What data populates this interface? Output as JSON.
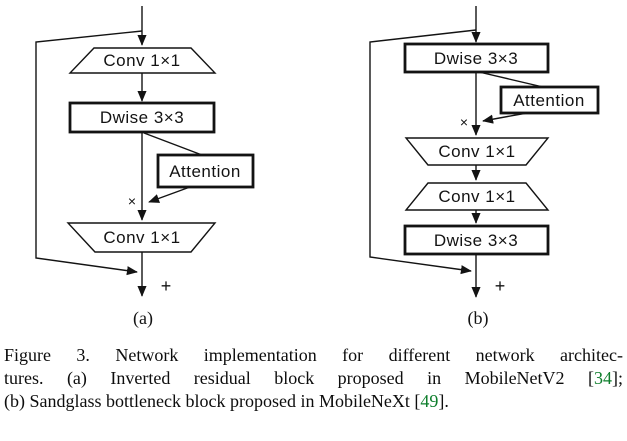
{
  "figure": {
    "diagram_a": {
      "sublabel": "(a)",
      "conv_top": "Conv 1×1",
      "dwise": "Dwise 3×3",
      "attention": "Attention",
      "conv_bottom": "Conv 1×1",
      "multiply": "×",
      "add": "+"
    },
    "diagram_b": {
      "sublabel": "(b)",
      "dwise_top": "Dwise 3×3",
      "attention": "Attention",
      "conv_mid_top": "Conv 1×1",
      "conv_mid_bottom": "Conv 1×1",
      "dwise_bottom": "Dwise 3×3",
      "multiply": "×",
      "add": "+"
    }
  },
  "caption": {
    "line1": "Figure 3. Network implementation for different network architec-",
    "line2_prefix": "tures. (a) Inverted residual block proposed in MobileNetV2 [",
    "line2_cite": "34",
    "line2_suffix": "];",
    "line3_prefix": "(b) Sandglass bottleneck block proposed in MobileNeXt [",
    "line3_cite": "49",
    "line3_suffix": "]."
  },
  "colors": {
    "citation_green": "#0e7e2c",
    "ink": "#131313"
  }
}
